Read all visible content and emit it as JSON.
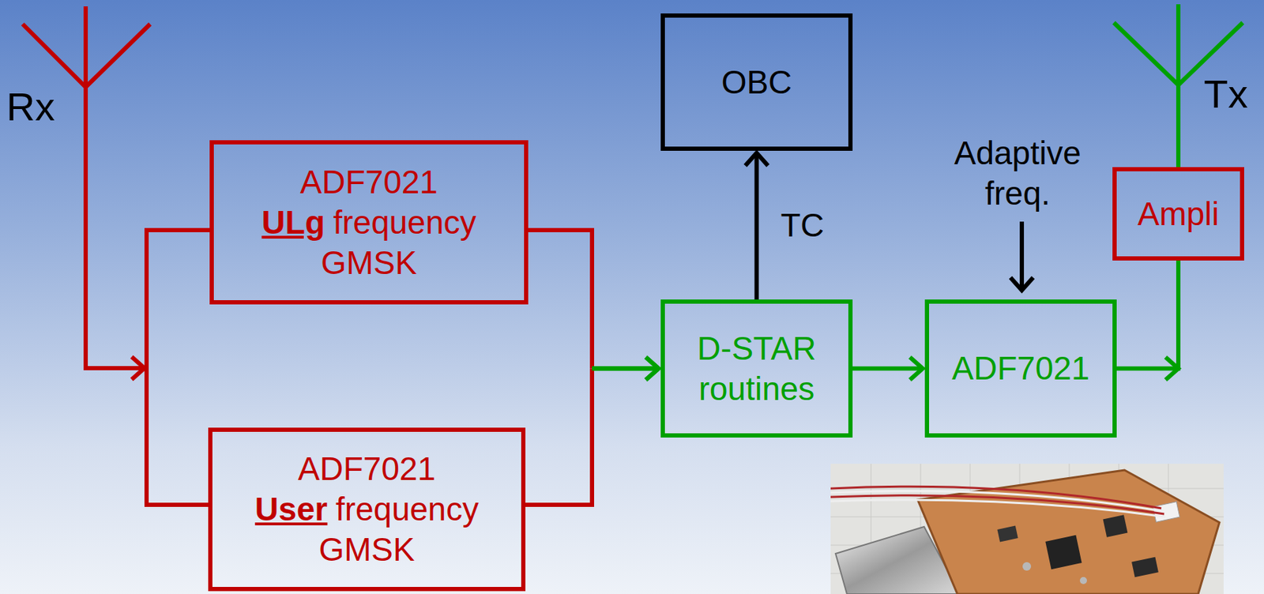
{
  "diagram": {
    "nodes": [
      {
        "text": [
          "ADF7021",
          "ULg",
          "frequency",
          "GMSK"
        ]
      },
      {
        "text": [
          "ADF7021",
          "User",
          "frequency",
          "GMSK"
        ]
      },
      {
        "text": [
          "D-STAR routines"
        ]
      },
      {
        "text": [
          "OBC"
        ]
      },
      {
        "text": [
          "ADF7021"
        ]
      },
      {
        "text": [
          "Ampli"
        ]
      }
    ],
    "edges": [
      {
        "from": 0,
        "to": 2,
        "arrow": "to"
      },
      {
        "from": 1,
        "to": 2,
        "arrow": "to"
      },
      {
        "from": 2,
        "to": 3,
        "arrow": "to",
        "label": "TC"
      },
      {
        "from": 2,
        "to": 4,
        "arrow": "to"
      },
      {
        "from": 4,
        "to": 5,
        "arrow": "to"
      }
    ],
    "labels": [
      "Rx",
      "Adaptive freq.",
      "Tx"
    ]
  }
}
